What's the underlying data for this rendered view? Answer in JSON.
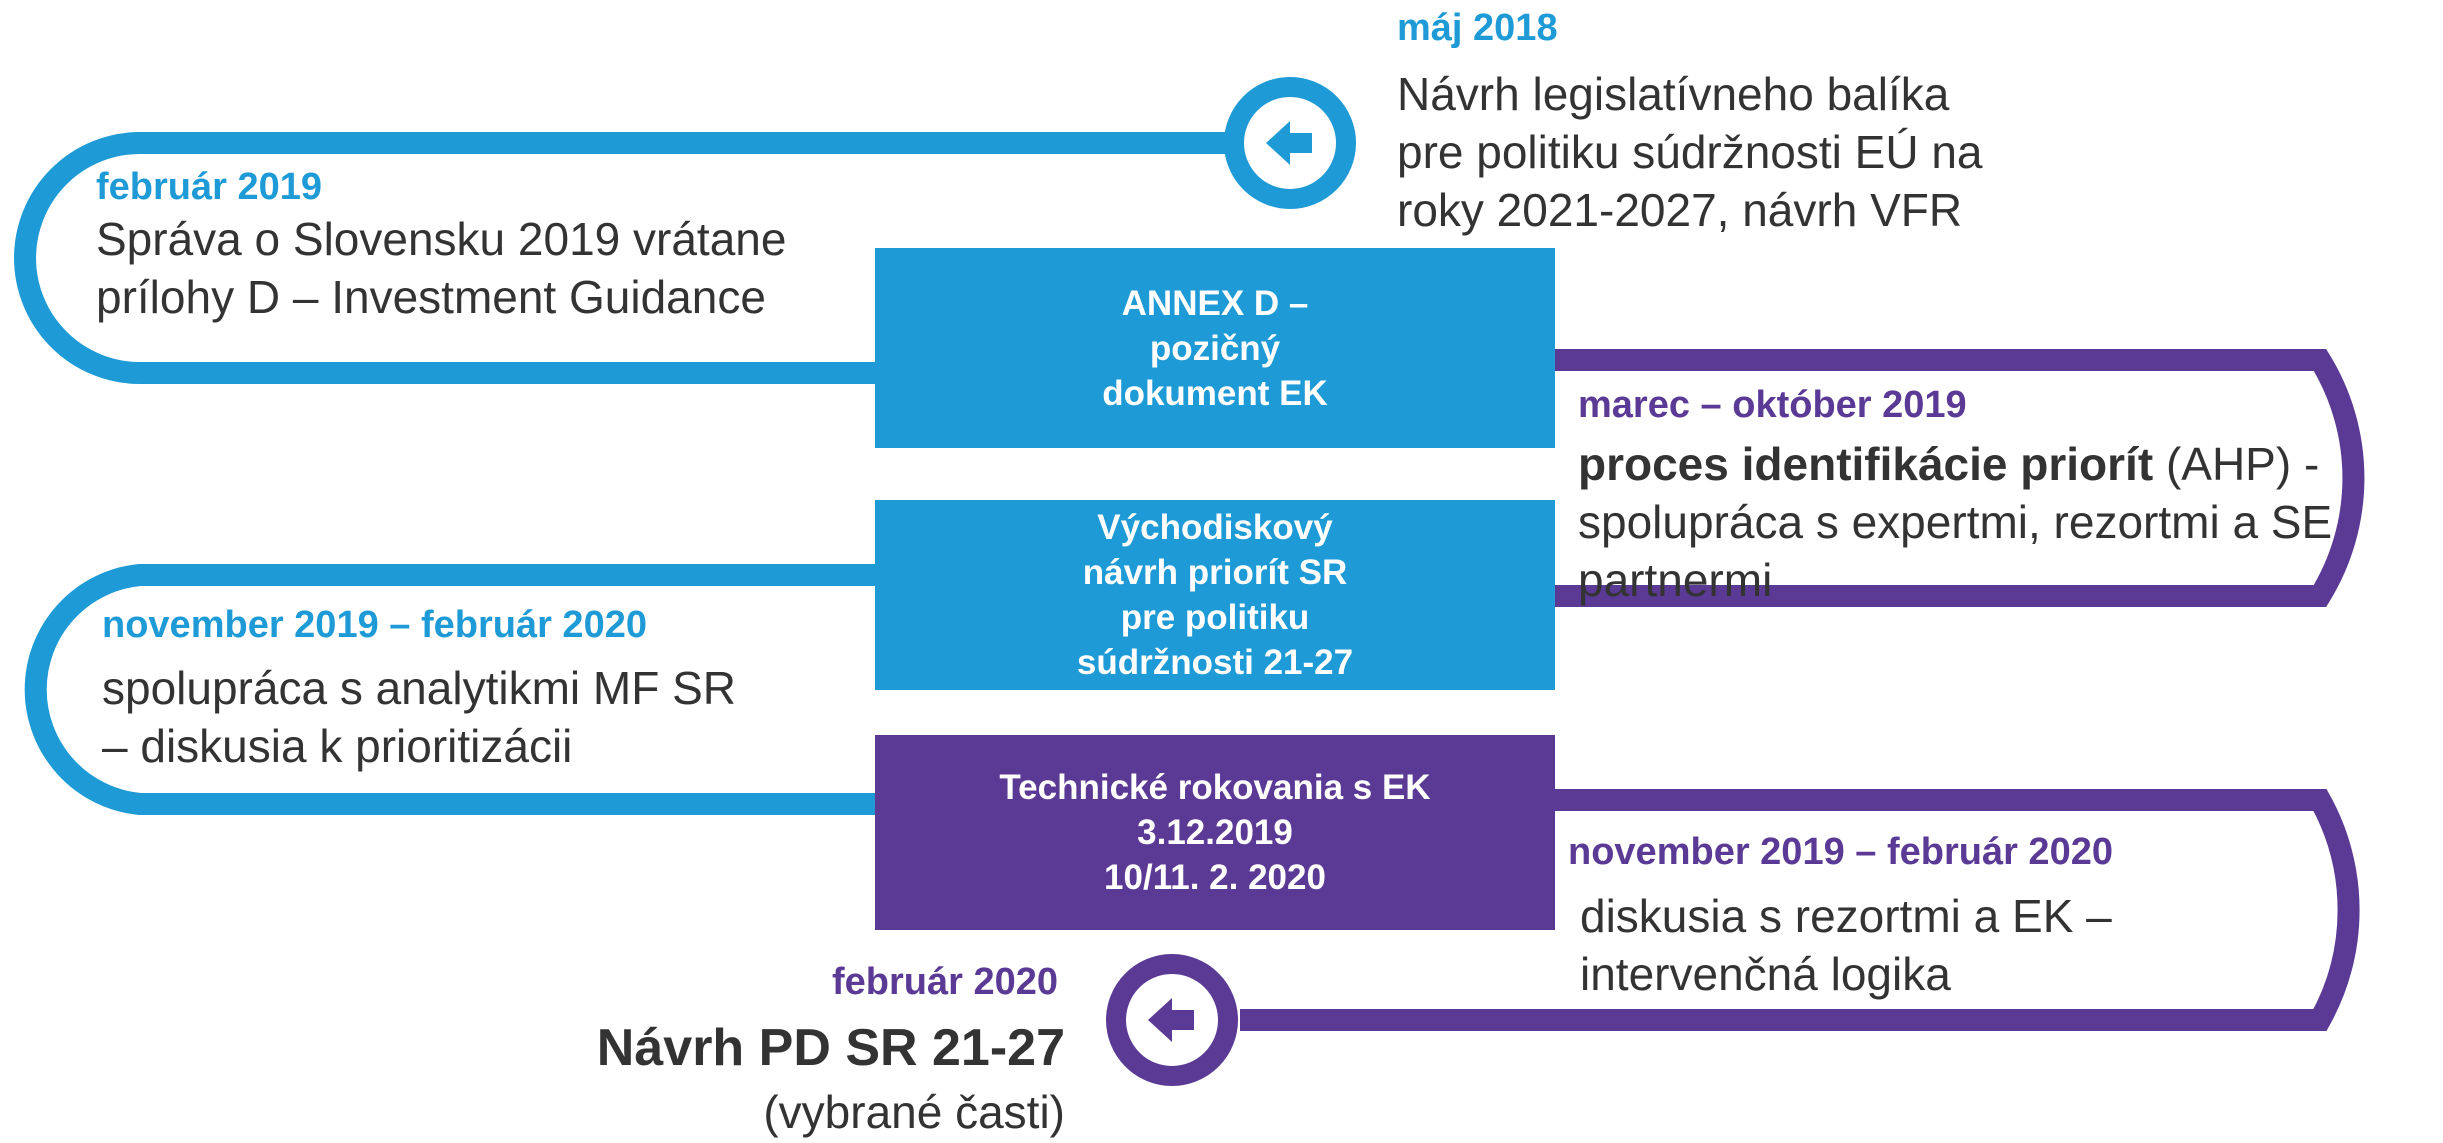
{
  "colors": {
    "blue": "#1e9ad6",
    "purple": "#5b3a96",
    "text": "#333333"
  },
  "icons": {
    "start": "arrow-left-icon",
    "end": "arrow-left-icon"
  },
  "milestones": {
    "may2018": {
      "date": "máj 2018",
      "lines": [
        "Návrh legislatívneho balíka",
        "pre politiku súdržnosti EÚ na",
        "roky 2021-2027, návrh VFR"
      ]
    },
    "feb2019": {
      "date": "február 2019",
      "lines": [
        "Správa o Slovensku 2019 vrátane",
        "prílohy D – Investment Guidance"
      ]
    },
    "mar_oct2019": {
      "date": "marec – október 2019",
      "bold": "proces identifikácie priorít",
      "rest": " (AHP) -",
      "lines": [
        "spolupráca s expertmi, rezortmi a SE",
        "partnermi"
      ]
    },
    "nov2019_feb2020_left": {
      "date": "november 2019 – február 2020",
      "lines": [
        "spolupráca s analytikmi MF SR",
        "– diskusia k prioritizácii"
      ]
    },
    "nov2019_feb2020_right": {
      "date": "november 2019 – február 2020",
      "lines": [
        "diskusia s rezortmi a EK –",
        "intervenčná logika"
      ]
    },
    "feb2020": {
      "date": "február 2020",
      "title": "Návrh PD SR 21-27",
      "subtitle": "(vybrané časti)"
    }
  },
  "boxes": {
    "annex": [
      "ANNEX D –",
      "pozičný",
      "dokument EK"
    ],
    "priorities": [
      "Východiskový",
      "návrh priorít SR",
      "pre politiku",
      "súdržnosti 21-27"
    ],
    "technical": [
      "Technické rokovania s EK",
      "3.12.2019",
      "10/11. 2. 2020"
    ]
  }
}
